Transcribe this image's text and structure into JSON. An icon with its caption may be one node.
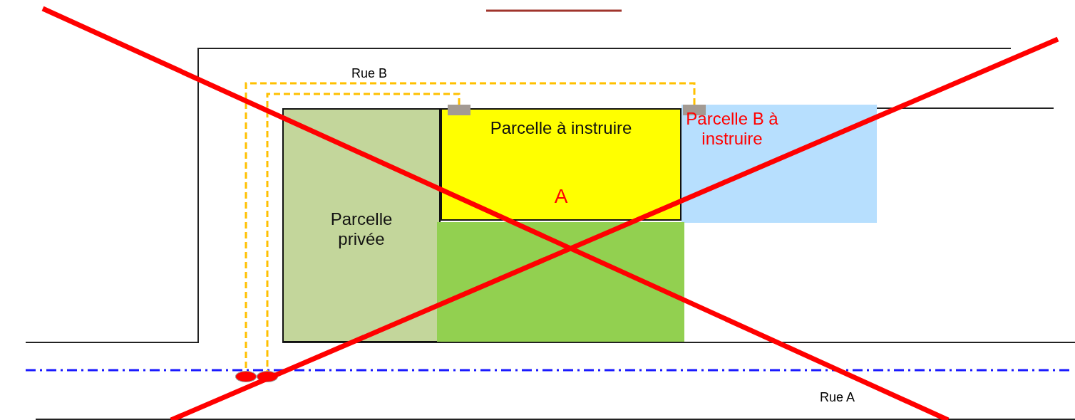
{
  "diagram": {
    "nodes": [
      {
        "text": [
          "Parcelle privée"
        ]
      },
      {
        "text": [
          "Parcelle à instruire",
          "A"
        ]
      },
      {
        "text": [
          "Parcelle B à instruire"
        ]
      },
      {
        "text": [],
        "shape": "box"
      },
      {
        "text": [],
        "shape": "box"
      },
      {
        "text": [],
        "shape": "box",
        "in": 2
      },
      {
        "text": [],
        "shape": "circle"
      },
      {
        "text": [],
        "shape": "circle"
      }
    ],
    "edges": [
      {
        "from": 5,
        "to": 6,
        "arrow": "none",
        "style": "dashed"
      },
      {
        "from": 4,
        "to": 7,
        "arrow": "none",
        "style": "dashed"
      }
    ],
    "labels": [
      "Rue B",
      "Rue A"
    ]
  }
}
